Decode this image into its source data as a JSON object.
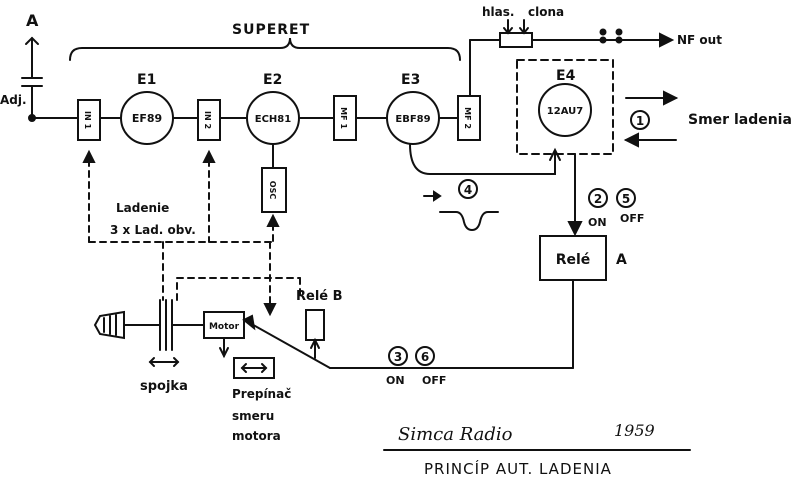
{
  "antenna": {
    "label": "A",
    "adj_label": "Adj."
  },
  "superet_label": "SUPERET",
  "tubes": {
    "e1": {
      "name": "E1",
      "type": "EF89"
    },
    "e2": {
      "name": "E2",
      "type": "ECH81"
    },
    "e3": {
      "name": "E3",
      "type": "EBF89"
    },
    "e4": {
      "name": "E4",
      "type": "12AU7"
    }
  },
  "stages": {
    "in1": "IN 1",
    "in2": "IN 2",
    "mf1": "MF 1",
    "mf2": "MF 2",
    "osc": "OSC"
  },
  "volume": {
    "hlas": "hlas.",
    "clona": "clona",
    "nf_out": "NF out"
  },
  "tuning": {
    "direction": "Smer ladenia",
    "ladenie": "Ladenie",
    "circuits": "3 x Lad. obv."
  },
  "markers": {
    "m1": "1",
    "m2": "2",
    "m3": "3",
    "m4": "4",
    "m5": "5",
    "m6": "6"
  },
  "switch_states": {
    "on": "ON",
    "off": "OFF"
  },
  "relay_a": {
    "label": "Relé",
    "tag": "A"
  },
  "relay_b": {
    "label": "Relé B"
  },
  "motor": {
    "label": "Motor"
  },
  "clutch": {
    "label": "spojka"
  },
  "direction_switch": {
    "line1": "Prepínač",
    "line2": "smeru",
    "line3": "motora"
  },
  "footer": {
    "brand": "Simca Radio",
    "year": "1959",
    "title": "PRINCÍP AUT. LADENIA"
  },
  "colors": {
    "ink": "#111111",
    "paper": "#ffffff"
  }
}
